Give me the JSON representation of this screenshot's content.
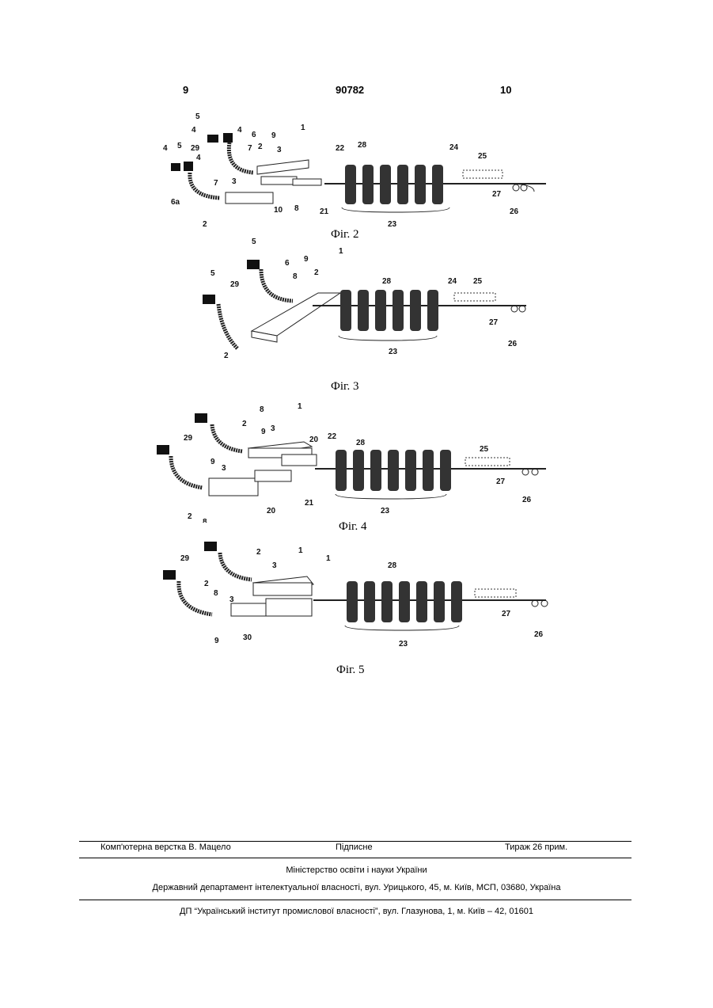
{
  "header": {
    "page_left": "9",
    "patent_number": "90782",
    "page_right": "10"
  },
  "figures": [
    {
      "caption": "Фіг. 2",
      "labels": [
        "5",
        "4",
        "4",
        "6",
        "9",
        "1",
        "29",
        "7",
        "2",
        "3",
        "4",
        "5",
        "6",
        "4",
        "7",
        "6а",
        "3",
        "2",
        "1",
        "10",
        "8",
        "22",
        "28",
        "24",
        "25",
        "21",
        "23",
        "27",
        "26"
      ]
    },
    {
      "caption": "Фіг. 3",
      "labels": [
        "5",
        "6",
        "1",
        "9",
        "8",
        "2",
        "5",
        "29",
        "28",
        "24",
        "25",
        "27",
        "26",
        "2",
        "23"
      ]
    },
    {
      "caption": "Фіг. 4",
      "labels": [
        "8",
        "1",
        "2",
        "9",
        "3",
        "29",
        "20",
        "22",
        "28",
        "25",
        "9",
        "3",
        "27",
        "26",
        "2",
        "8",
        "1",
        "20",
        "21",
        "23"
      ]
    },
    {
      "caption": "Фіг. 5",
      "labels": [
        "2",
        "1",
        "29",
        "3",
        "1",
        "28",
        "2",
        "8",
        "3",
        "9",
        "30",
        "23",
        "27",
        "26"
      ]
    }
  ],
  "footer": {
    "composer": "Комп'ютерна верстка В. Мацело",
    "subscription": "Підписне",
    "circulation": "Тираж 26 прим.",
    "ministry": "Міністерство освіти і науки України",
    "department": "Державний департамент інтелектуальної власності, вул. Урицького, 45, м. Київ, МСП, 03680, Україна",
    "institute": "ДП “Український інститут промислової власності”, вул. Глазунова, 1, м. Київ – 42, 01601"
  }
}
